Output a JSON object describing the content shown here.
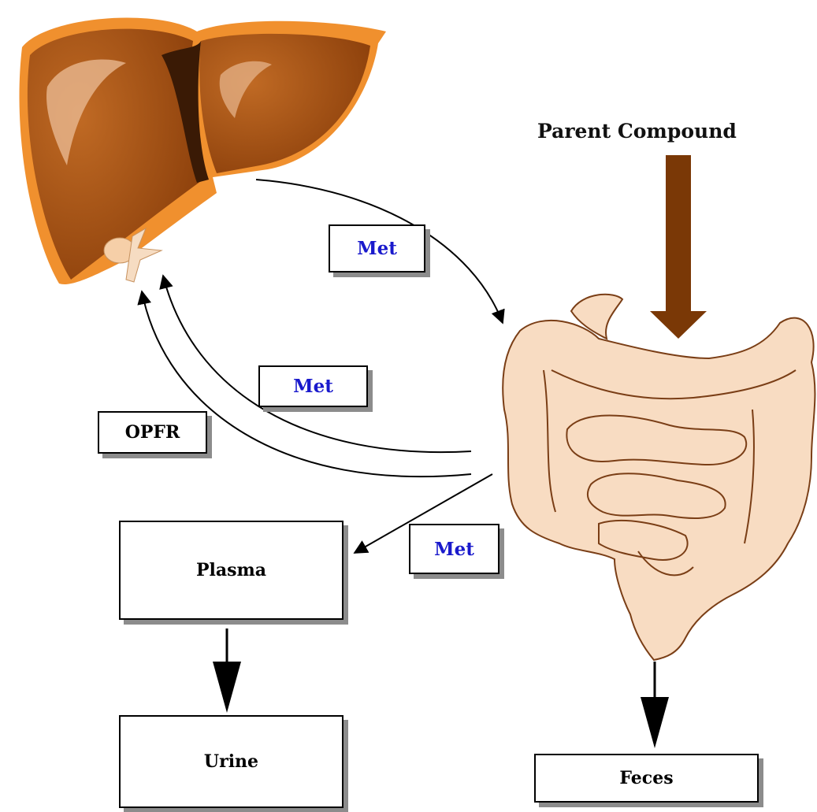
{
  "title": "Parent Compound",
  "labels": {
    "met_top": "Met",
    "met_middle": "Met",
    "met_bottom": "Met",
    "opfr": "OPFR",
    "plasma": "Plasma",
    "urine": "Urine",
    "feces": "Feces"
  },
  "icons": {
    "liver": "liver-icon",
    "intestine": "intestine-icon"
  },
  "colors": {
    "liver": "#9a4a10",
    "liver_highlight": "#c8793a",
    "liver_edge": "#f0902e",
    "intestine": "#f8dcc2",
    "intestine_edge": "#7a3e16",
    "parent_arrow": "#7a3806",
    "met_text": "#1a1acc"
  }
}
